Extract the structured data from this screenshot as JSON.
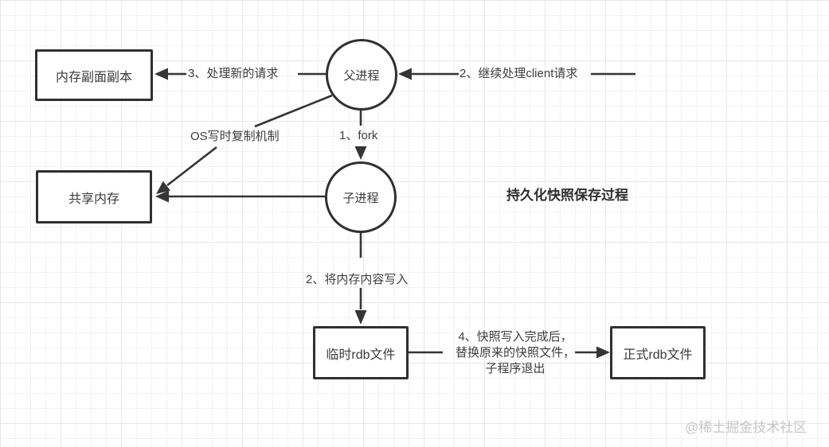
{
  "canvas": {
    "background": "#ffffff",
    "grid_minor_color": "#f2f2f2",
    "grid_major_color": "#e7e7e7",
    "stroke_color": "#353535",
    "text_color": "#3d3d3d"
  },
  "title": "持久化快照保存过程",
  "watermark": "@稀土掘金技术社区",
  "nodes": {
    "memory_copy": {
      "label": "内存副面副本",
      "shape": "rect"
    },
    "shared_memory": {
      "label": "共享内存",
      "shape": "rect"
    },
    "parent_process": {
      "label": "父进程",
      "shape": "circle"
    },
    "child_process": {
      "label": "子进程",
      "shape": "circle"
    },
    "temp_rdb": {
      "label": "临时rdb文件",
      "shape": "rect"
    },
    "formal_rdb": {
      "label": "正式rdb文件",
      "shape": "rect"
    }
  },
  "edges": {
    "handle_new_requests": {
      "label": "3、处理新的请求",
      "from": "parent_process",
      "to": "memory_copy"
    },
    "continue_client": {
      "label": "2、继续处理client请求",
      "to": "parent_process"
    },
    "fork": {
      "label": "1、fork",
      "from": "parent_process",
      "to": "child_process"
    },
    "copy_on_write": {
      "label": "OS写时复制机制",
      "from": "parent_process",
      "to": "shared_memory"
    },
    "child_shared": {
      "label": "",
      "from": "child_process",
      "to": "shared_memory"
    },
    "write_memory": {
      "label": "2、将内存内容写入",
      "from": "child_process",
      "to": "temp_rdb"
    },
    "replace_snapshot": {
      "label_lines": [
        "4、快照写入完成后，",
        "替换原来的快照文件，",
        "子程序退出"
      ],
      "from": "temp_rdb",
      "to": "formal_rdb"
    }
  }
}
